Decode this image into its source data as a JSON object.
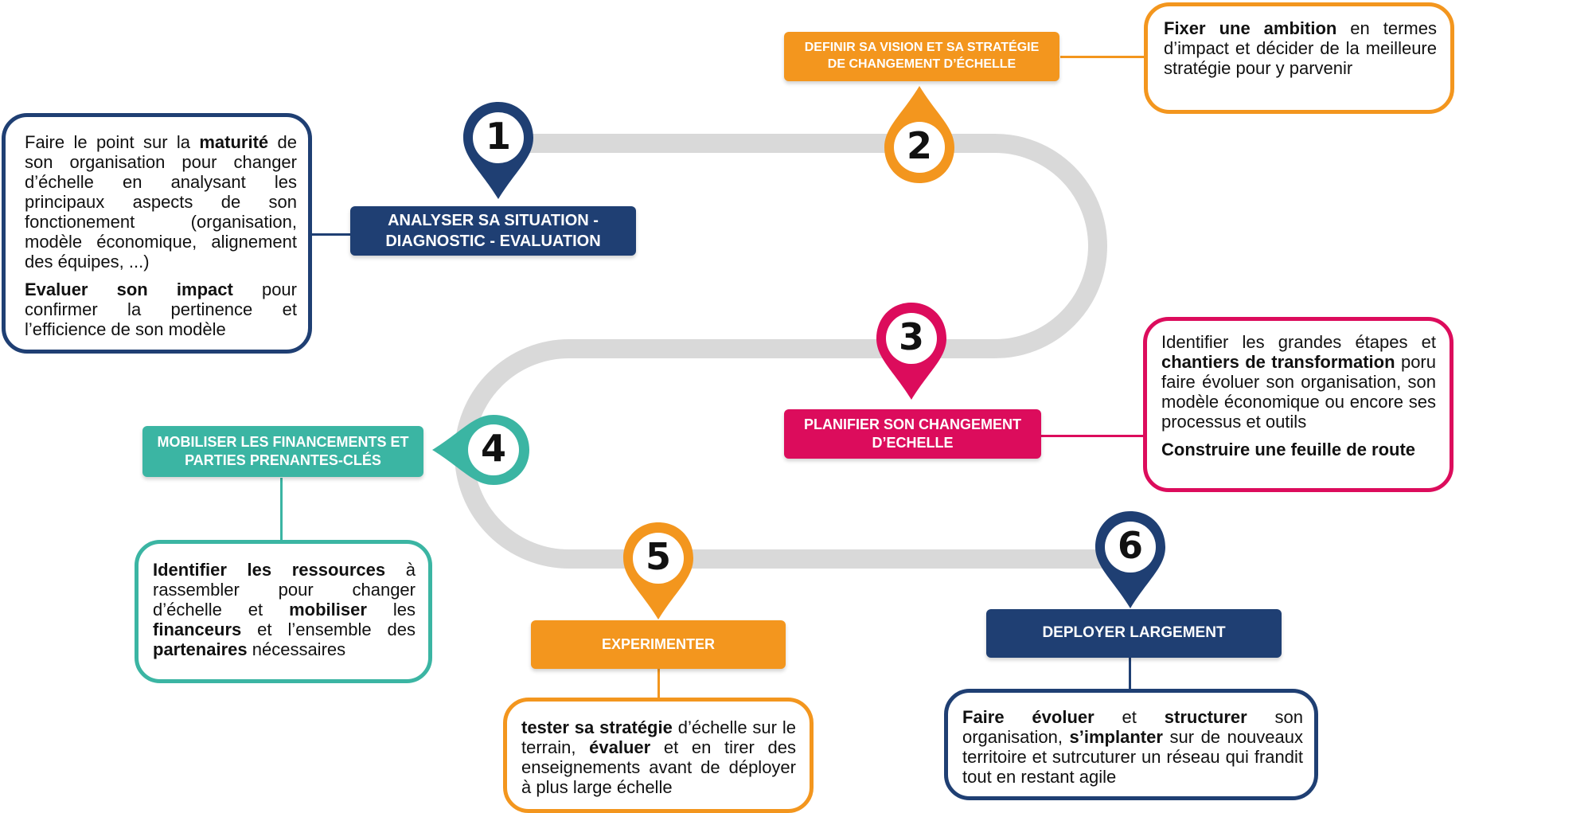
{
  "colors": {
    "navy": "#1f3f73",
    "orange": "#f3961e",
    "magenta": "#dc0c5c",
    "teal": "#3bb5a3",
    "road": "#d9d9d9"
  },
  "steps": [
    {
      "number": "1",
      "color": "navy",
      "label_lines": [
        "ANALYSER SA SITUATION -",
        "DIAGNOSTIC - EVALUATION"
      ]
    },
    {
      "number": "2",
      "color": "orange",
      "label_lines": [
        "DEFINIR SA VISION ET SA STRATÉGIE",
        "DE CHANGEMENT D’ÉCHELLE"
      ]
    },
    {
      "number": "3",
      "color": "magenta",
      "label_lines": [
        "PLANIFIER SON CHANGEMENT",
        "D’ECHELLE"
      ]
    },
    {
      "number": "4",
      "color": "teal",
      "label_lines": [
        "MOBILISER LES FINANCEMENTS ET",
        "PARTIES PRENANTES-CLÉS"
      ]
    },
    {
      "number": "5",
      "color": "orange",
      "label_lines": [
        "EXPERIMENTER"
      ]
    },
    {
      "number": "6",
      "color": "navy",
      "label_lines": [
        "DEPLOYER LARGEMENT"
      ]
    }
  ],
  "descriptions": {
    "step1": {
      "p1": {
        "t1": "Faire le point sur la ",
        "b1": "maturité",
        "t2": " de son organisation pour changer d’échelle en analysant les principaux aspects de son fonctionement (organisation, modèle économique, alignement des équipes, ...)"
      },
      "p2": {
        "b1": "Evaluer son impact",
        "t1": " pour confirmer la pertinence et l’efficience de son modèle"
      }
    },
    "step2": {
      "b1": "Fixer une ambition",
      "t1": " en termes d’impact et décider de la meilleure stratégie pour y parvenir"
    },
    "step3": {
      "t1": "Identifier les grandes étapes et ",
      "b1": "chantiers de transformation",
      "t2": " poru faire évoluer son organisation, son modèle économique ou encore ses processus et outils",
      "b2": "Construire une feuille de route"
    },
    "step4": {
      "b1": "Identifier les ressources",
      "t1": " à rassembler pour changer d’échelle et ",
      "b2": "mobiliser",
      "t2": " les ",
      "b3": "financeurs",
      "t3": " et l’ensemble des ",
      "b4": "partenaires",
      "t4": " nécessaires"
    },
    "step5": {
      "b1": "tester sa stratégie",
      "t1": " d’échelle sur le terrain, ",
      "b2": "évaluer",
      "t2": " et en tirer des enseignements avant de déployer à plus large échelle"
    },
    "step6": {
      "b1": "Faire évoluer",
      "t1": " et ",
      "b2": "structurer",
      "t2": " son organisation, ",
      "b3": "s’implanter",
      "t3": " sur de nouveaux territoire et sutrcuturer un réseau qui frandit tout en restant agile"
    }
  }
}
